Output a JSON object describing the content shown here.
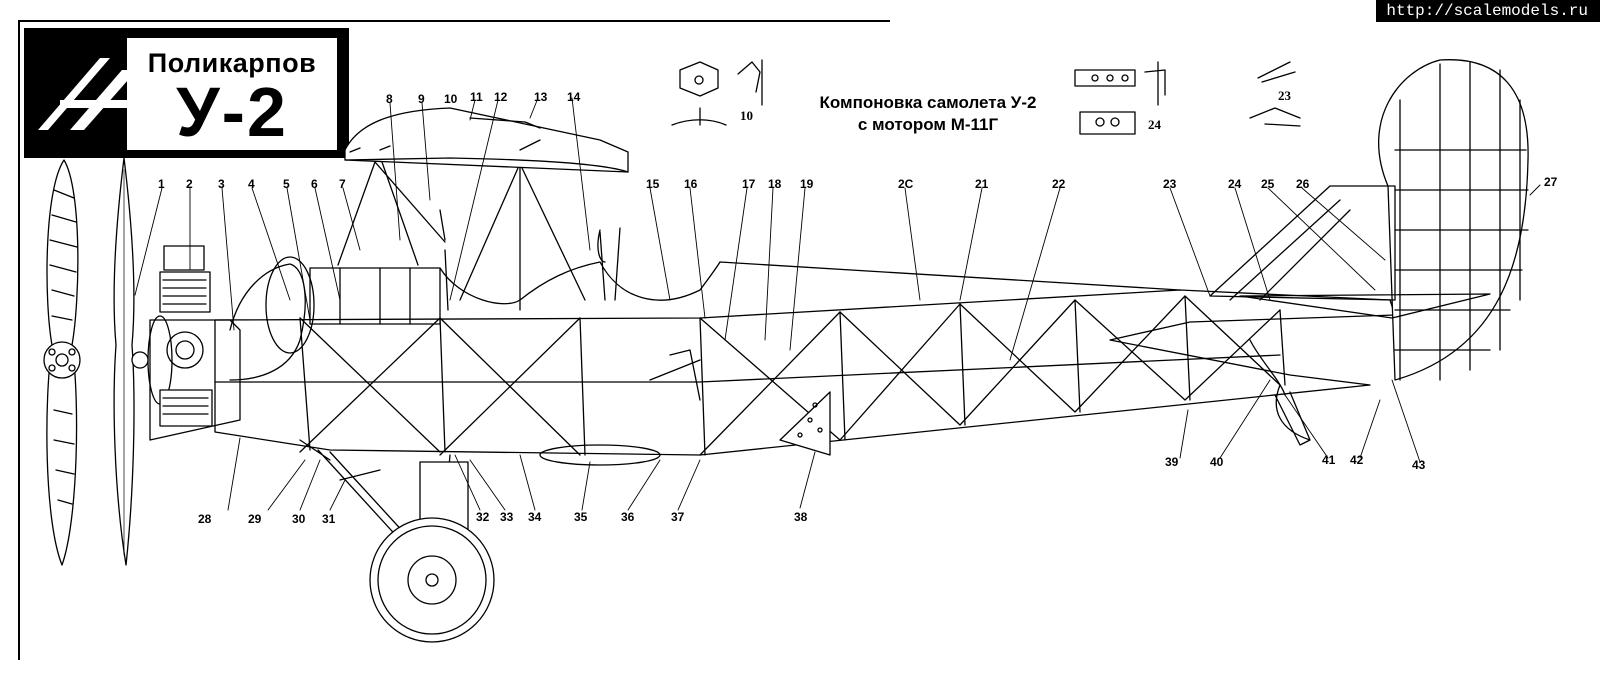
{
  "watermark": "http://scalemodels.ru",
  "title": {
    "maker": "Поликарпов",
    "model": "У-2"
  },
  "caption": {
    "line1": "Компоновка самолета У-2",
    "line2": "с мотором М-11Г"
  },
  "detail_labels": {
    "d10": "10",
    "d24": "24",
    "d23": "23"
  },
  "callouts": {
    "n1": "1",
    "n2": "2",
    "n3": "3",
    "n4": "4",
    "n5": "5",
    "n6": "6",
    "n7": "7",
    "n8": "8",
    "n9": "9",
    "n10": "10",
    "n11": "11",
    "n12": "12",
    "n13": "13",
    "n14": "14",
    "n15": "15",
    "n16": "16",
    "n17": "17",
    "n18": "18",
    "n19": "19",
    "n20": "2C",
    "n21": "21",
    "n22": "22",
    "n23": "23",
    "n24": "24",
    "n25": "25",
    "n26": "26",
    "n27": "27",
    "n28": "28",
    "n29": "29",
    "n30": "30",
    "n31": "31",
    "n32": "32",
    "n33": "33",
    "n34": "34",
    "n35": "35",
    "n36": "36",
    "n37": "37",
    "n38": "38",
    "n39": "39",
    "n40": "40",
    "n41": "41",
    "n42": "42",
    "n43": "43"
  },
  "colors": {
    "ink": "#000000",
    "paper": "#ffffff",
    "dim": "#555555"
  }
}
